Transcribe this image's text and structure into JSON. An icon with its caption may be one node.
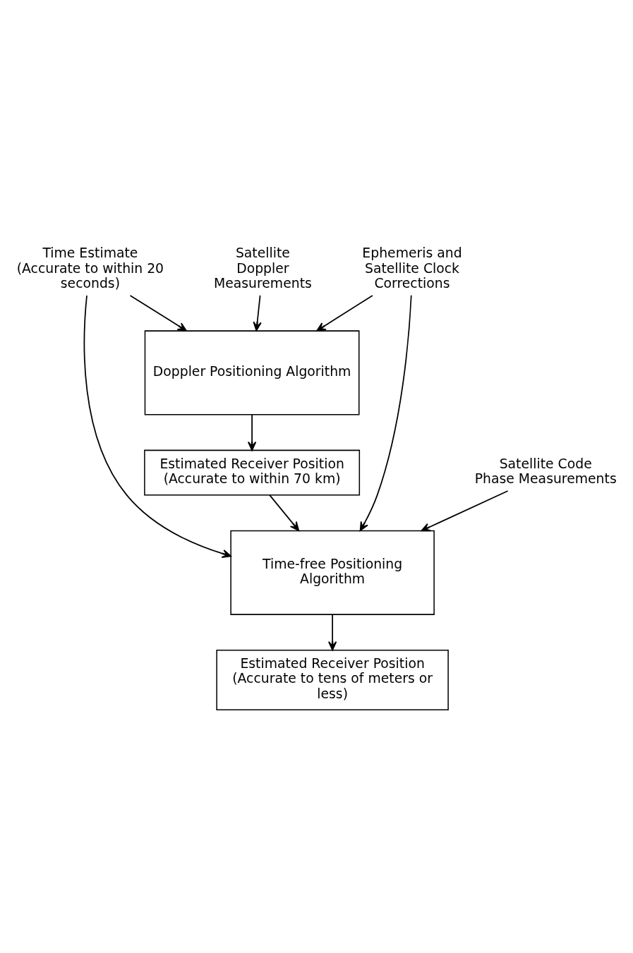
{
  "diagram": {
    "nodes": [
      {
        "text": [
          "Time Estimate (Accurate to within 20 seconds)"
        ]
      },
      {
        "text": [
          "Satellite Doppler Measurements"
        ]
      },
      {
        "text": [
          "Ephemeris and Satellite Clock Corrections"
        ]
      },
      {
        "text": [
          "Doppler Positioning Algorithm"
        ]
      },
      {
        "text": [
          "Estimated Receiver Position (Accurate to within 70 km)"
        ]
      },
      {
        "text": [
          "Time-free Positioning Algorithm"
        ]
      },
      {
        "text": [
          "Satellite Code Phase Measurements"
        ]
      },
      {
        "text": [
          "Estimated Receiver Position (Accurate to tens of meters or less)"
        ]
      }
    ],
    "edges": [
      {
        "from": 0,
        "to": 3,
        "arrow": "to"
      },
      {
        "from": 1,
        "to": 3,
        "arrow": "to"
      },
      {
        "from": 2,
        "to": 3,
        "arrow": "to"
      },
      {
        "from": 3,
        "to": 4,
        "arrow": "to"
      },
      {
        "from": 0,
        "to": 5,
        "arrow": "to"
      },
      {
        "from": 4,
        "to": 5,
        "arrow": "to"
      },
      {
        "from": 2,
        "to": 5,
        "arrow": "to"
      },
      {
        "from": 6,
        "to": 5,
        "arrow": "to"
      },
      {
        "from": 5,
        "to": 7,
        "arrow": "to"
      }
    ]
  }
}
